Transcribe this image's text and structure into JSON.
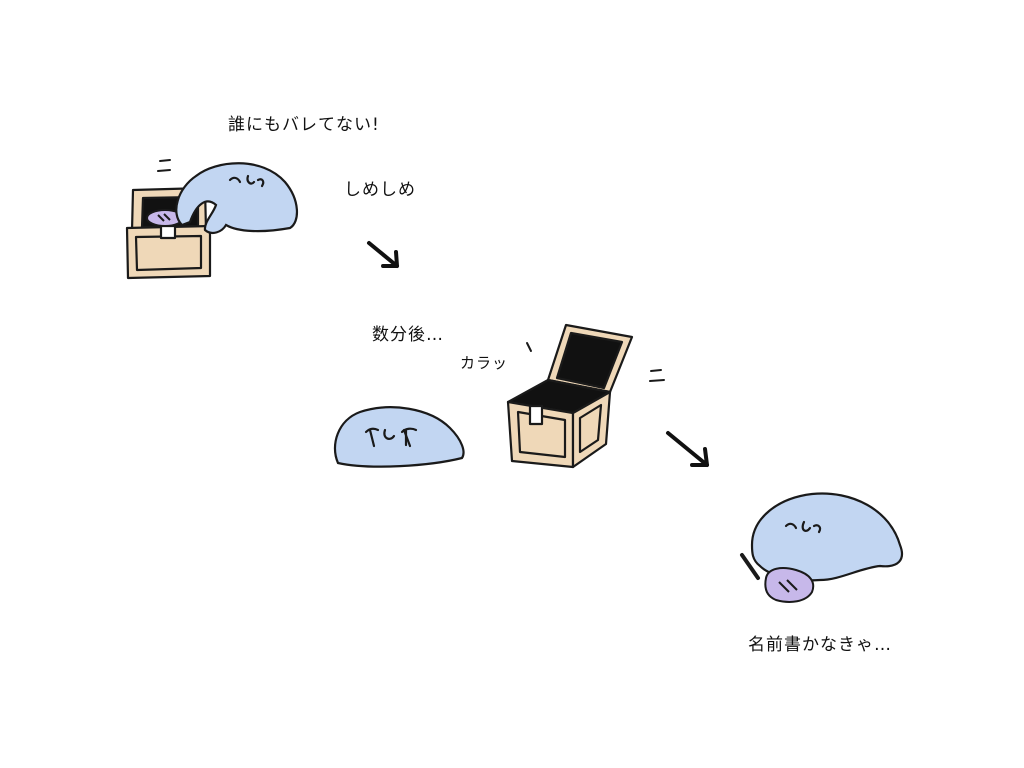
{
  "panel1": {
    "caption": "誰にもバレてない!",
    "aside": "しめしめ"
  },
  "panel2": {
    "caption": "数分後…",
    "sound": "カラッ"
  },
  "panel3": {
    "caption": "名前書かなきゃ…"
  },
  "colors": {
    "blob": "#c2d6f2",
    "chest_wood": "#efd8b8",
    "chest_inside": "#111111",
    "soap": "#c7b8ea",
    "line": "#1a1a1a"
  }
}
